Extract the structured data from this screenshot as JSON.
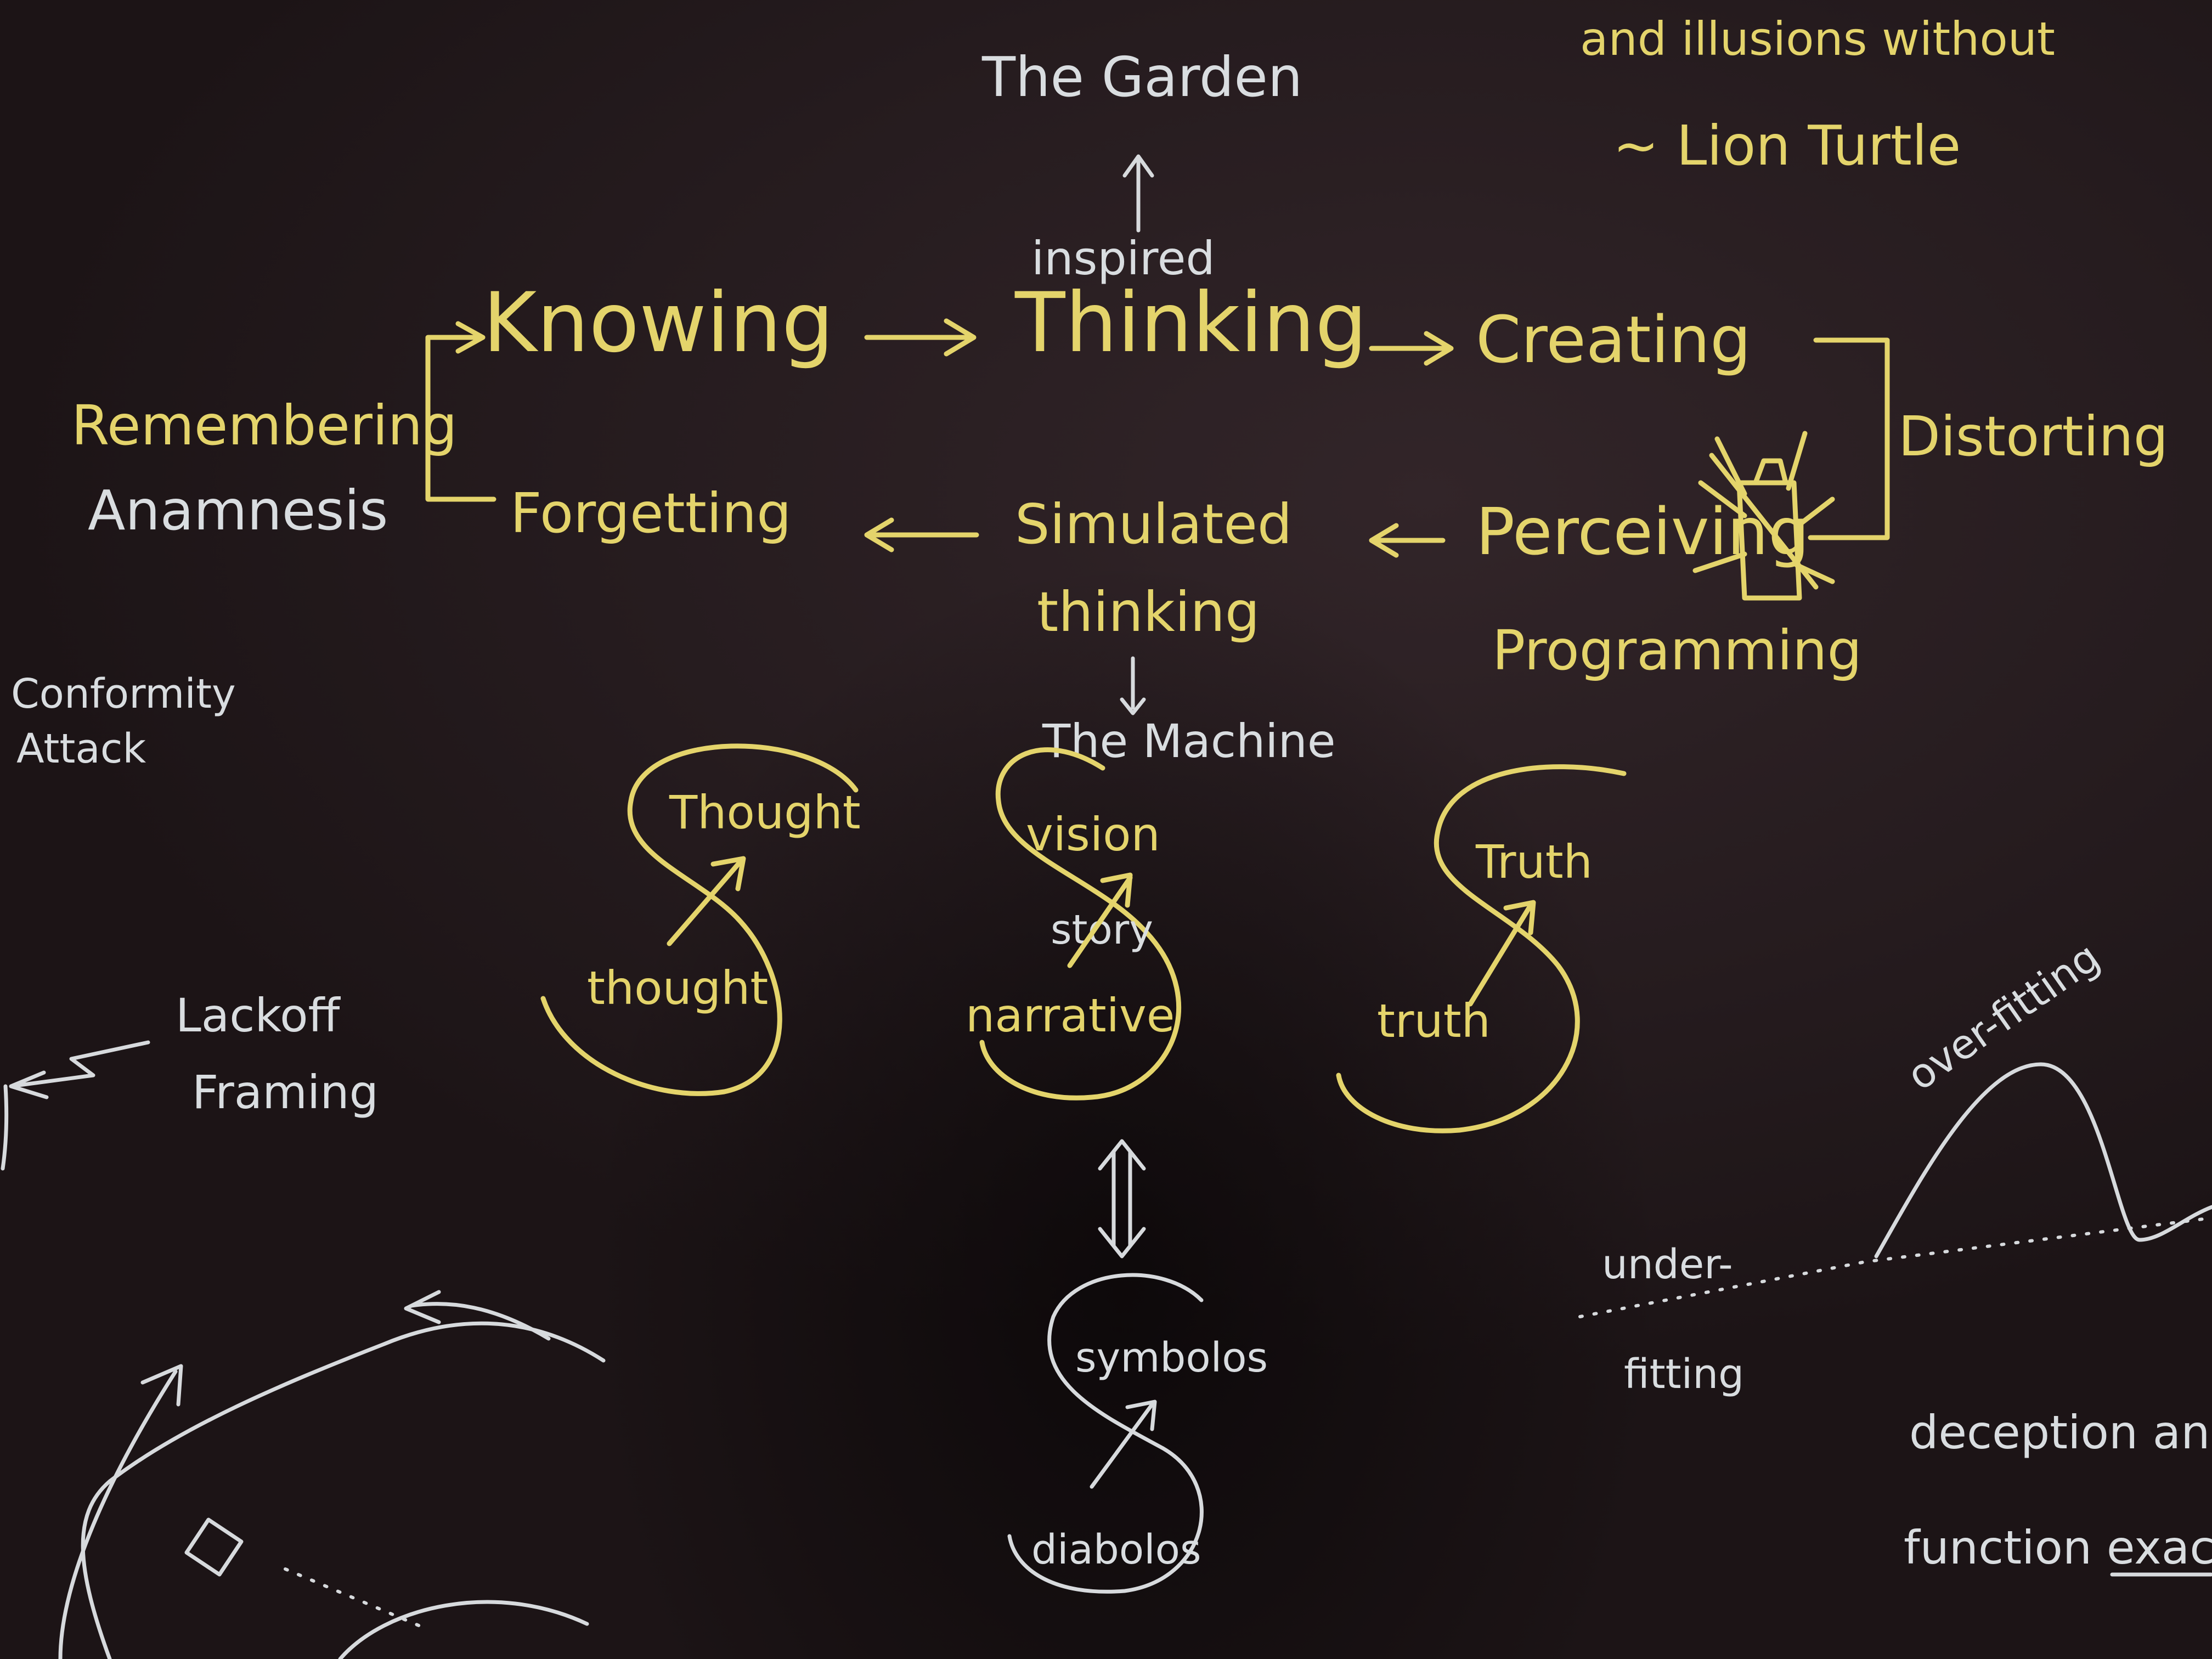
{
  "top": {
    "garden": "The Garden",
    "quote_line1": "and illusions without",
    "quote_attribution": "~ Lion Turtle",
    "inspired": "inspired"
  },
  "cycle": {
    "knowing": "Knowing",
    "thinking": "Thinking",
    "creating": "Creating",
    "distorting": "Distorting",
    "perceiving": "Perceiving",
    "programming": "Programming",
    "simulated_line1": "Simulated",
    "simulated_line2": "thinking",
    "forgetting": "Forgetting",
    "remembering": "Remembering",
    "anamnesis": "Anamnesis"
  },
  "machine_label": "The Machine",
  "left_notes": {
    "conformity": "Conformity",
    "attack": "Attack",
    "lackoff": "Lackoff",
    "framing": "Framing"
  },
  "spirals": {
    "thought_upper": "Thought",
    "thought_lower": "thought",
    "vision": "vision",
    "story": "story",
    "narrative": "narrative",
    "truth_upper": "Truth",
    "truth_lower": "truth",
    "symbolos": "symbolos",
    "diabolos": "diabolos"
  },
  "fitting": {
    "under_1": "under-",
    "under_2": "fitting",
    "over": "over-fitting",
    "deception": "deception and",
    "function": "function exact"
  },
  "colors": {
    "board": "#251b1e",
    "yellow_chalk": "#e4d46b",
    "white_chalk": "#d9dde0"
  }
}
